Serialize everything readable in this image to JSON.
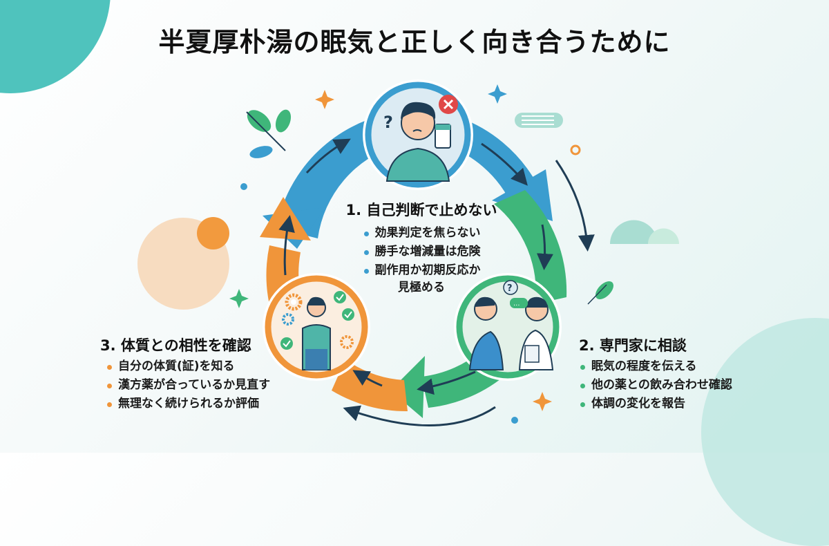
{
  "title": "半夏厚朴湯の眠気と正しく向き合うために",
  "colors": {
    "step1": "#3b9dcf",
    "step2": "#3fb67a",
    "step3": "#f0953a",
    "arrow_dark": "#1f3d55",
    "accent_teal": "#4fc3bd",
    "accent_peach": "#f7d9bd",
    "alert_red": "#e04848"
  },
  "steps": [
    {
      "number": "1",
      "title": "1. 自己判断で止めない",
      "color": "#3b9dcf",
      "illustration": "confused-person-holding-medicine-icon",
      "bullets": [
        "効果判定を焦らない",
        "勝手な増減量は危険",
        "副作用か初期反応か",
        "見極める"
      ]
    },
    {
      "number": "2",
      "title": "2. 専門家に相談",
      "color": "#3fb67a",
      "illustration": "patient-consulting-doctor-icon",
      "bullets": [
        "眠気の程度を伝える",
        "他の薬との飲み合わせ確認",
        "体調の変化を報告"
      ]
    },
    {
      "number": "3",
      "title": "3. 体質との相性を確認",
      "color": "#f0953a",
      "illustration": "person-with-gears-and-checks-icon",
      "bullets": [
        "自分の体質(証)を知る",
        "漢方薬が合っているか見直す",
        "無理なく続けられるか評価"
      ]
    }
  ],
  "decorations": [
    "leaf-icon",
    "sparkle-icon",
    "speech-bubble-icon",
    "question-mark-icon",
    "x-mark-icon",
    "check-icon",
    "gear-icon"
  ]
}
